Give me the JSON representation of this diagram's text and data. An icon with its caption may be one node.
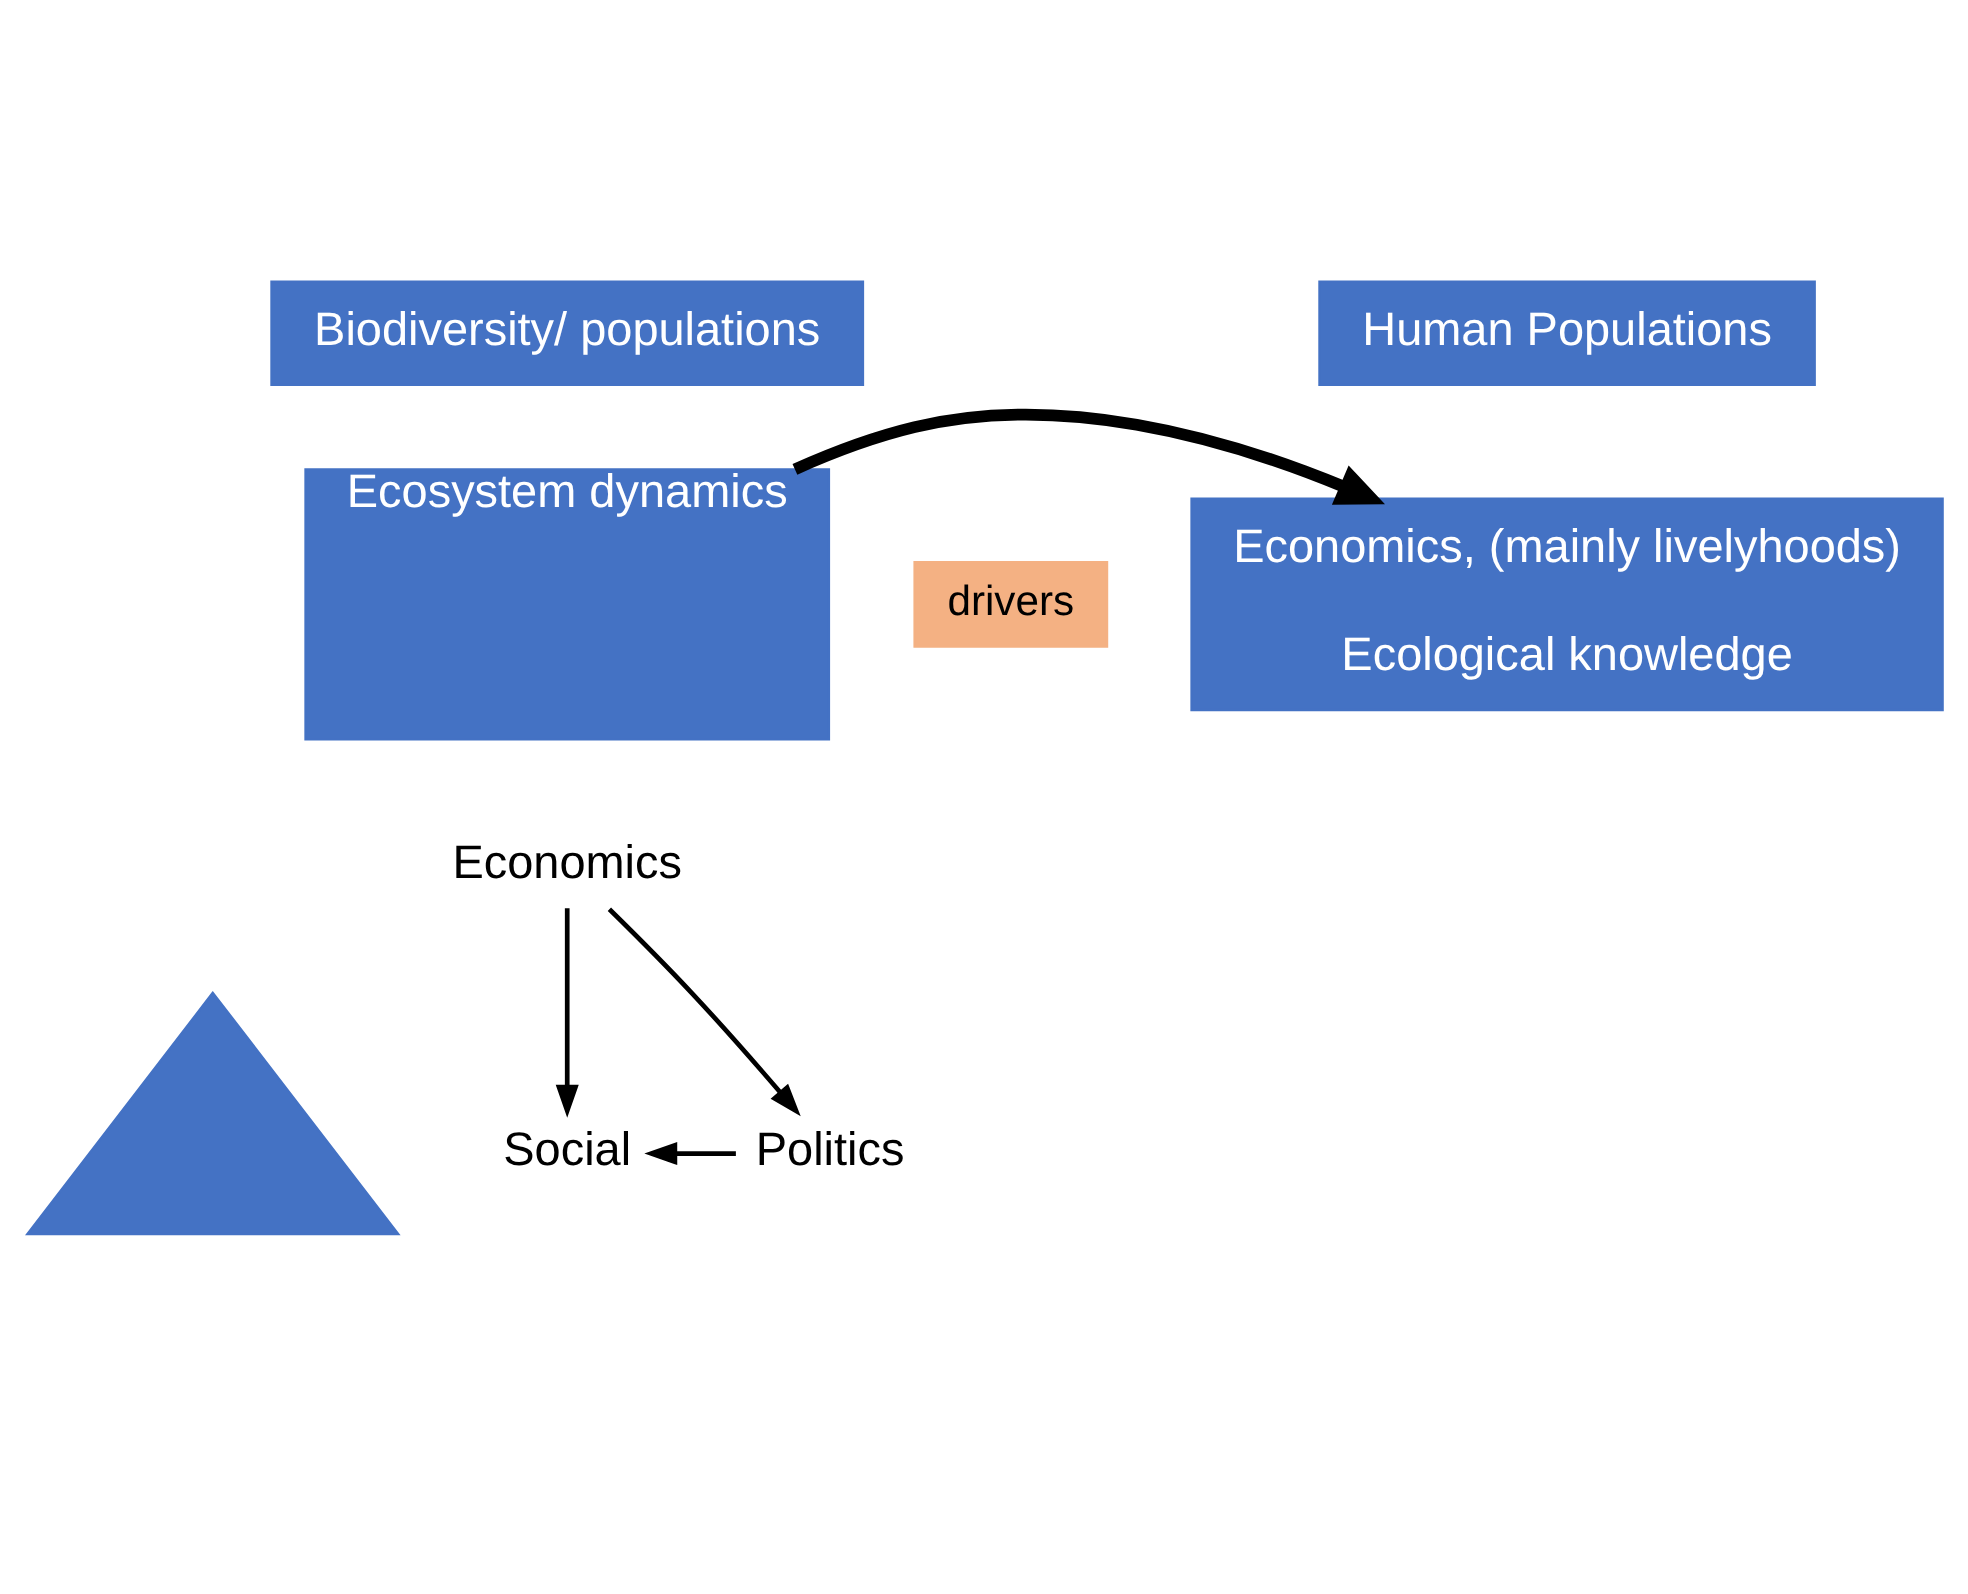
{
  "diagram": {
    "nodes": [
      {
        "text": [
          "Biodiversity/ populations"
        ]
      },
      {
        "text": [
          "Human Populations"
        ]
      },
      {
        "text": [
          "drivers"
        ]
      },
      {
        "text": [
          "Ecosystem dynamics"
        ]
      },
      {
        "text": [
          "Economics, (mainly livelyhoods)",
          "Ecological knowledge"
        ]
      },
      {
        "text": [
          "Economics"
        ]
      },
      {
        "text": [],
        "shape": "triangle"
      },
      {
        "text": [
          "Social"
        ]
      },
      {
        "text": [
          "Politics"
        ]
      }
    ],
    "edges": [
      {
        "from": 3,
        "to": 4,
        "arrow": "to",
        "style": "thick"
      },
      {
        "from": 5,
        "to": 7,
        "arrow": "to"
      },
      {
        "from": 5,
        "to": 8,
        "arrow": "to"
      },
      {
        "from": 8,
        "to": 7,
        "arrow": "to"
      }
    ]
  }
}
